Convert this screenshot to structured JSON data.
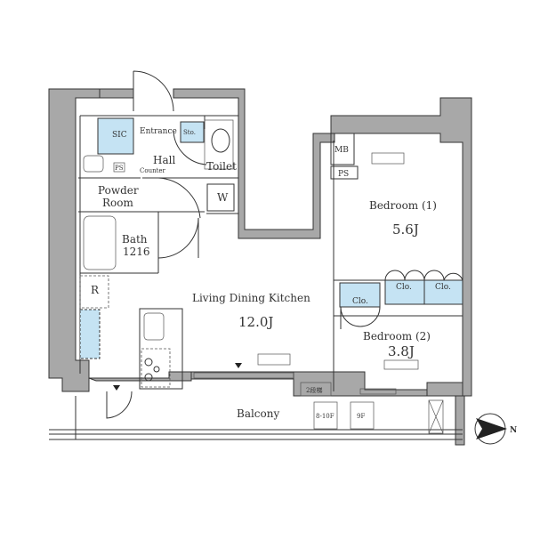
{
  "rooms": {
    "sic": "SIC",
    "entrance": "Entrance",
    "storage": "Sto.",
    "hall": "Hall",
    "ps_hall": "PS",
    "counter": "Counter",
    "toilet": "Toilet",
    "washer": "W",
    "powder_room_1": "Powder",
    "powder_room_2": "Room",
    "bath": "Bath",
    "bath_size": "1216",
    "refrigerator": "R",
    "ldk": "Living Dining Kitchen",
    "ldk_size": "12.0J",
    "mb": "MB",
    "ps_bed": "PS",
    "bedroom1": "Bedroom (1)",
    "bedroom1_size": "5.6J",
    "closet_a": "Clo.",
    "closet_b": "Clo.",
    "closet_c": "Clo.",
    "bedroom2": "Bedroom (2)",
    "bedroom2_size": "3.8J",
    "balcony": "Balcony",
    "ladder": "2段梯",
    "hatch_8_10": "8-10F",
    "hatch_9": "9F"
  },
  "compass": {
    "label": "N"
  },
  "colors": {
    "wall": "#a8a8a8",
    "storage": "#c5e3f3",
    "line": "#333333"
  }
}
